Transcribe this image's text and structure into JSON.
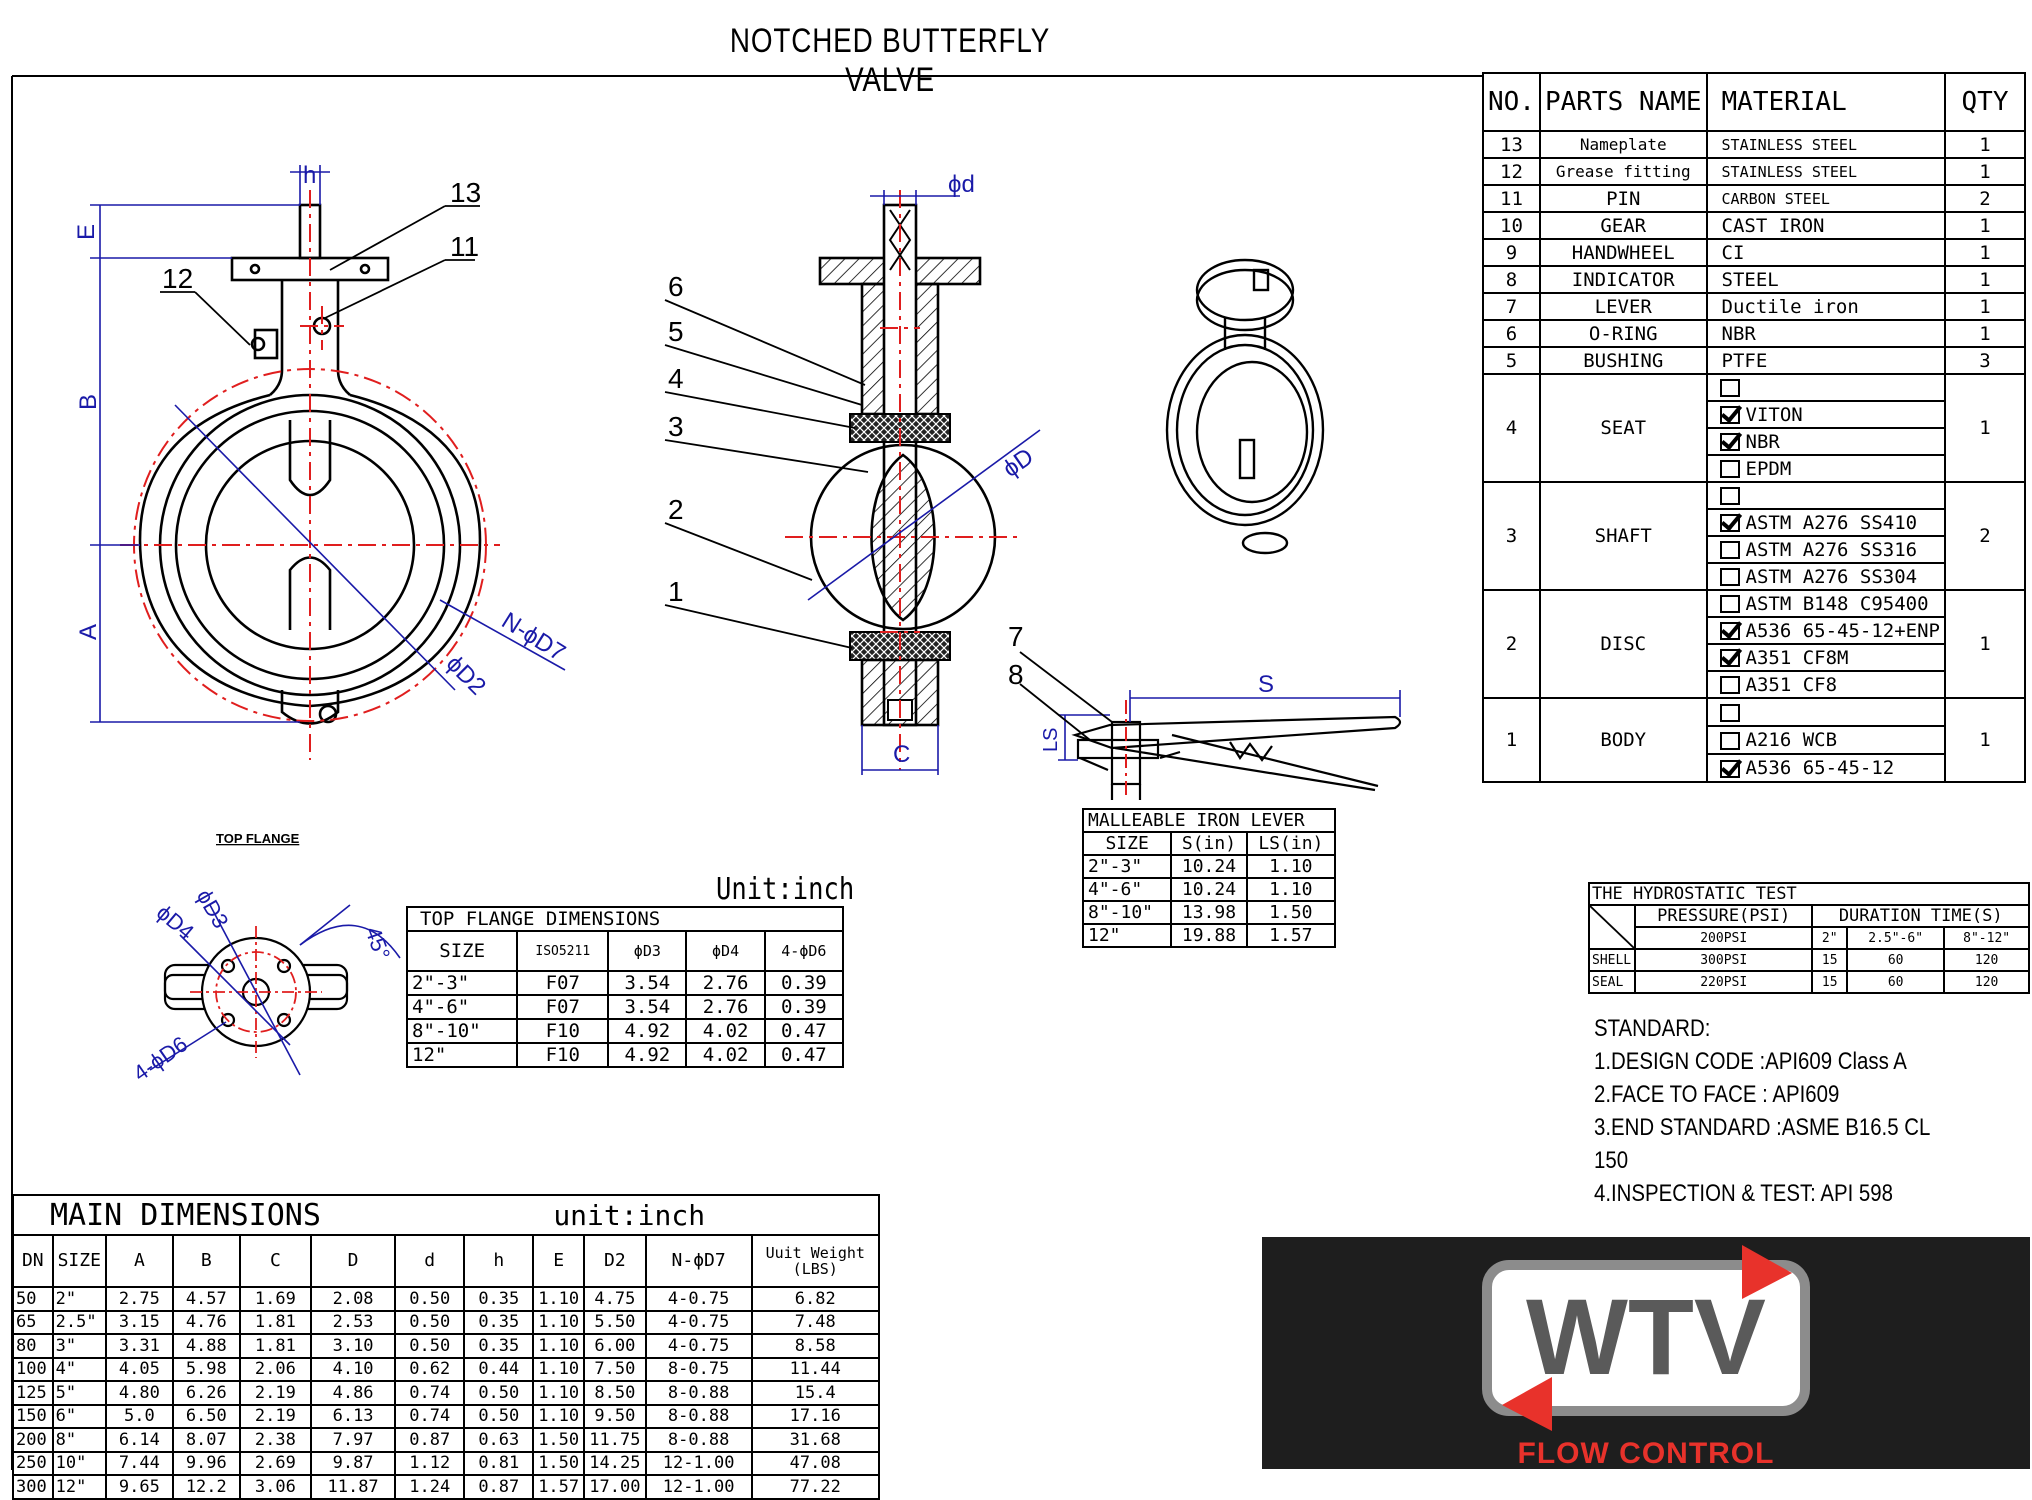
{
  "title": "NOTCHED BUTTERFLY VALVE",
  "drawing_labels": {
    "callouts": [
      "13",
      "11",
      "12",
      "6",
      "5",
      "4",
      "3",
      "2",
      "1",
      "7",
      "8"
    ],
    "dims": {
      "h": "h",
      "E": "E",
      "B": "B",
      "A": "A",
      "phi_d": "ϕd",
      "phi_D": "ϕD",
      "N_phiD7": "N-ϕD7",
      "phiD2": "ϕD2",
      "C": "C",
      "S": "S",
      "LS": "LS"
    },
    "top_flange_caption": "TOP FLANGE",
    "top_flange_dims": {
      "phiD3": "ϕD3",
      "phiD4": "ϕD4",
      "angle": "45°",
      "phiD6": "4-ϕD6"
    }
  },
  "parts_table": {
    "headers": {
      "no": "NO.",
      "name": "PARTS NAME",
      "material": "MATERIAL",
      "qty": "QTY"
    },
    "simple_rows": [
      {
        "no": "13",
        "name": "Nameplate",
        "material": "STAINLESS STEEL",
        "qty": "1"
      },
      {
        "no": "12",
        "name": "Grease fitting",
        "material": "STAINLESS STEEL",
        "qty": "1"
      },
      {
        "no": "11",
        "name": "PIN",
        "material": "CARBON STEEL",
        "qty": "2"
      },
      {
        "no": "10",
        "name": "GEAR",
        "material": "CAST IRON",
        "qty": "1"
      },
      {
        "no": "9",
        "name": "HANDWHEEL",
        "material": "CI",
        "qty": "1"
      },
      {
        "no": "8",
        "name": "INDICATOR",
        "material": "STEEL",
        "qty": "1"
      },
      {
        "no": "7",
        "name": "LEVER",
        "material": "Ductile iron",
        "qty": "1"
      },
      {
        "no": "6",
        "name": "O-RING",
        "material": "NBR",
        "qty": "1"
      },
      {
        "no": "5",
        "name": "BUSHING",
        "material": "PTFE",
        "qty": "3"
      }
    ],
    "option_rows": [
      {
        "no": "4",
        "name": "SEAT",
        "qty": "1",
        "options": [
          {
            "label": "",
            "checked": false
          },
          {
            "label": "VITON",
            "checked": true
          },
          {
            "label": "NBR",
            "checked": true
          },
          {
            "label": "EPDM",
            "checked": false
          }
        ]
      },
      {
        "no": "3",
        "name": "SHAFT",
        "qty": "2",
        "options": [
          {
            "label": "",
            "checked": false
          },
          {
            "label": "ASTM A276 SS410",
            "checked": true
          },
          {
            "label": "ASTM A276 SS316",
            "checked": false
          },
          {
            "label": "ASTM A276 SS304",
            "checked": false
          }
        ]
      },
      {
        "no": "2",
        "name": "DISC",
        "qty": "1",
        "options": [
          {
            "label": "ASTM B148 C95400",
            "checked": false
          },
          {
            "label": "A536 65-45-12+ENP",
            "checked": true
          },
          {
            "label": "A351 CF8M",
            "checked": true
          },
          {
            "label": "A351 CF8",
            "checked": false
          }
        ]
      },
      {
        "no": "1",
        "name": "BODY",
        "qty": "1",
        "options": [
          {
            "label": "",
            "checked": false
          },
          {
            "label": "A216 WCB",
            "checked": false
          },
          {
            "label": "A536 65-45-12",
            "checked": true
          }
        ]
      }
    ]
  },
  "lever_table": {
    "title": "MALLEABLE IRON LEVER",
    "headers": [
      "SIZE",
      "S(in)",
      "LS(in)"
    ],
    "rows": [
      [
        "2\"-3\"",
        "10.24",
        "1.10"
      ],
      [
        "4\"-6\"",
        "10.24",
        "1.10"
      ],
      [
        "8\"-10\"",
        "13.98",
        "1.50"
      ],
      [
        "12\"",
        "19.88",
        "1.57"
      ]
    ]
  },
  "flange_table": {
    "unit": "Unit:inch",
    "title": "TOP  FLANGE DIMENSIONS",
    "headers": [
      "SIZE",
      "ISO5211",
      "ϕD3",
      "ϕD4",
      "4-ϕD6"
    ],
    "rows": [
      [
        "2\"-3\"",
        "F07",
        "3.54",
        "2.76",
        "0.39"
      ],
      [
        "4\"-6\"",
        "F07",
        "3.54",
        "2.76",
        "0.39"
      ],
      [
        "8\"-10\"",
        "F10",
        "4.92",
        "4.02",
        "0.47"
      ],
      [
        "12\"",
        "F10",
        "4.92",
        "4.02",
        "0.47"
      ]
    ]
  },
  "main_table": {
    "title": "MAIN DIMENSIONS",
    "unit": "unit:inch",
    "headers": [
      "DN",
      "SIZE",
      "A",
      "B",
      "C",
      "D",
      "d",
      "h",
      "E",
      "D2",
      "N-ϕD7",
      "Uuit Weight (LBS)"
    ],
    "rows": [
      [
        "50",
        "2\"",
        "2.75",
        "4.57",
        "1.69",
        "2.08",
        "0.50",
        "0.35",
        "1.10",
        "4.75",
        "4-0.75",
        "6.82"
      ],
      [
        "65",
        "2.5\"",
        "3.15",
        "4.76",
        "1.81",
        "2.53",
        "0.50",
        "0.35",
        "1.10",
        "5.50",
        "4-0.75",
        "7.48"
      ],
      [
        "80",
        "3\"",
        "3.31",
        "4.88",
        "1.81",
        "3.10",
        "0.50",
        "0.35",
        "1.10",
        "6.00",
        "4-0.75",
        "8.58"
      ],
      [
        "100",
        "4\"",
        "4.05",
        "5.98",
        "2.06",
        "4.10",
        "0.62",
        "0.44",
        "1.10",
        "7.50",
        "8-0.75",
        "11.44"
      ],
      [
        "125",
        "5\"",
        "4.80",
        "6.26",
        "2.19",
        "4.86",
        "0.74",
        "0.50",
        "1.10",
        "8.50",
        "8-0.88",
        "15.4"
      ],
      [
        "150",
        "6\"",
        "5.0",
        "6.50",
        "2.19",
        "6.13",
        "0.74",
        "0.50",
        "1.10",
        "9.50",
        "8-0.88",
        "17.16"
      ],
      [
        "200",
        "8\"",
        "6.14",
        "8.07",
        "2.38",
        "7.97",
        "0.87",
        "0.63",
        "1.50",
        "11.75",
        "8-0.88",
        "31.68"
      ],
      [
        "250",
        "10\"",
        "7.44",
        "9.96",
        "2.69",
        "9.87",
        "1.12",
        "0.81",
        "1.50",
        "14.25",
        "12-1.00",
        "47.08"
      ],
      [
        "300",
        "12\"",
        "9.65",
        "12.2",
        "3.06",
        "11.87",
        "1.24",
        "0.87",
        "1.57",
        "17.00",
        "12-1.00",
        "77.22"
      ]
    ]
  },
  "hydro_table": {
    "title": "THE HYDROSTATIC TEST",
    "pressure_header": "PRESSURE(PSI)",
    "duration_header": "DURATION TIME(S)",
    "sub": [
      "200PSI",
      "2\"",
      "2.5\"-6\"",
      "8\"-12\""
    ],
    "rows": [
      [
        "SHELL",
        "300PSI",
        "15",
        "60",
        "120"
      ],
      [
        "SEAL",
        "220PSI",
        "15",
        "60",
        "120"
      ]
    ]
  },
  "standard": {
    "heading": "STANDARD:",
    "lines": [
      "1.DESIGN CODE :API609 Class A",
      "2.FACE TO FACE : API609",
      "3.END STANDARD :ASME B16.5 CL 150",
      "4.INSPECTION & TEST: API 598"
    ]
  },
  "logo": {
    "mark": "WTV",
    "tagline": "FLOW CONTROL",
    "accent": "#e8322b",
    "frame": "#8c8c8c"
  }
}
